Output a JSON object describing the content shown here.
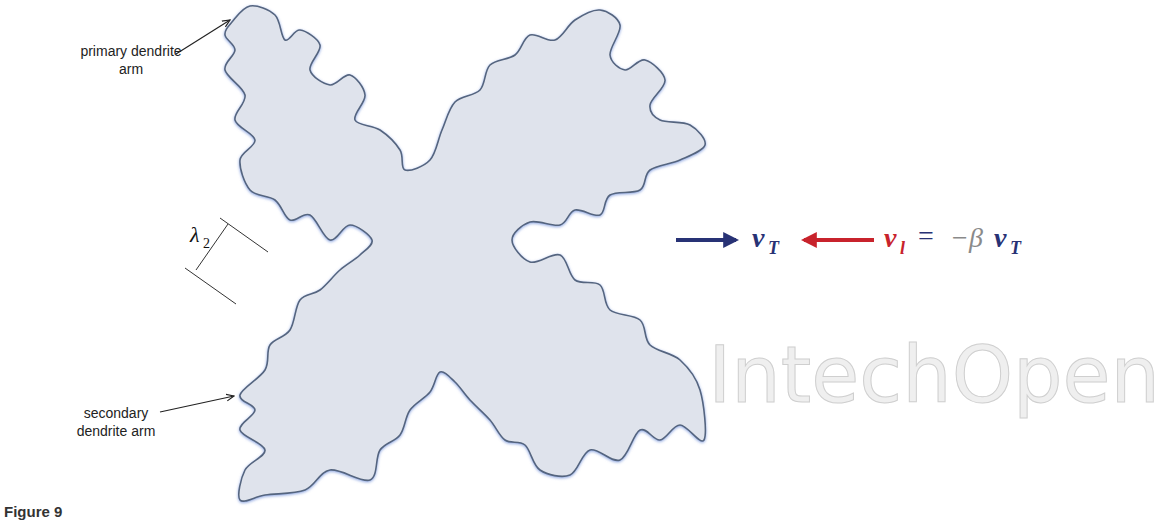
{
  "diagram": {
    "caption": "Figure 9",
    "labels": [
      "primary dendrite arm",
      "λ",
      "2",
      "secondary dendrite arm",
      "v",
      "T",
      "v",
      "l",
      "=",
      "−β",
      "v",
      "T",
      "IntechOpen"
    ]
  }
}
